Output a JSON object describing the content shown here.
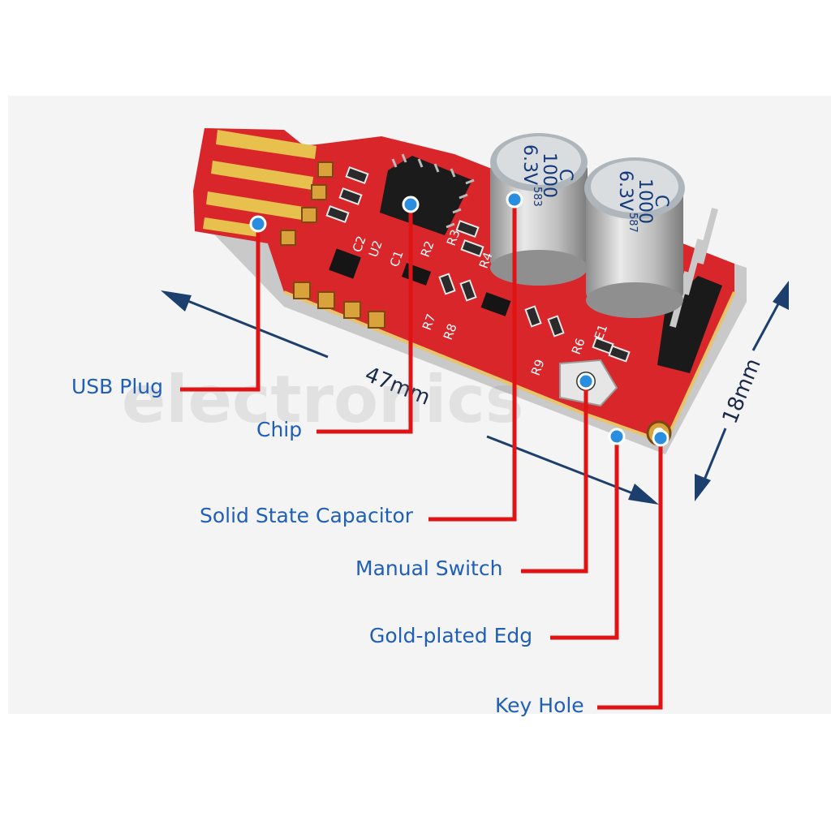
{
  "callouts": [
    {
      "id": "usb-plug",
      "label": "USB Plug"
    },
    {
      "id": "chip",
      "label": "Chip"
    },
    {
      "id": "solid-state-capacitor",
      "label": "Solid State Capacitor"
    },
    {
      "id": "manual-switch",
      "label": "Manual Switch"
    },
    {
      "id": "gold-plated-edge",
      "label": "Gold-plated Edg"
    },
    {
      "id": "key-hole",
      "label": "Key Hole"
    }
  ],
  "dimensions": {
    "length": "47mm",
    "width": "18mm"
  },
  "pcb_silkscreen": {
    "capacitor_1": [
      "C",
      "1000",
      "6.3V",
      "583"
    ],
    "capacitor_2": [
      "C",
      "1000",
      "6.3V",
      "587"
    ],
    "refs": [
      "R2",
      "R3",
      "R4",
      "R6",
      "R7",
      "R8",
      "R9",
      "U2",
      "C1",
      "C2",
      "E1"
    ]
  },
  "watermark": "electronics",
  "colors": {
    "board": "#d8262a",
    "board_dark": "#a8151b",
    "gold": "#d9a23a",
    "leader_line": "#e01414",
    "dot": "#2a8ee0",
    "label_text": "#1f5fb8",
    "dimension_arrow": "#1c3f6e"
  }
}
